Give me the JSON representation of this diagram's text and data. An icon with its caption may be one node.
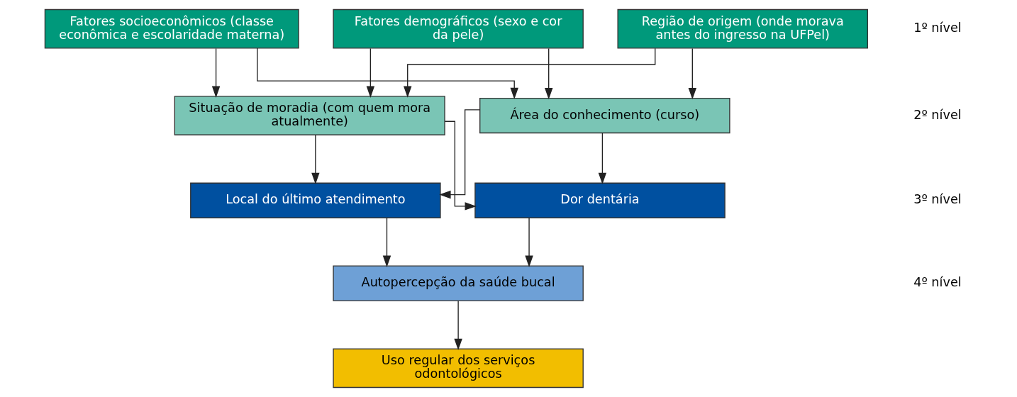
{
  "diagram": {
    "nodes": [
      {
        "text": [
          "Fatores socioeconômicos (classe econômica e escolaridade materna)"
        ]
      },
      {
        "text": [
          "Fatores demográficos (sexo e cor da pele)"
        ]
      },
      {
        "text": [
          "Região de origem (onde morava antes do ingresso na UFPel)"
        ]
      },
      {
        "text": [
          "Situação de moradia (com quem mora atualmente)"
        ]
      },
      {
        "text": [
          "Área do conhecimento (curso)"
        ]
      },
      {
        "text": [
          "Local do último atendimento"
        ]
      },
      {
        "text": [
          "Dor dentária"
        ]
      },
      {
        "text": [
          "Autopercepção da saúde bucal"
        ]
      },
      {
        "text": [
          "Uso regular dos serviços odontológicos"
        ]
      }
    ],
    "edges": [
      {
        "from": 0,
        "to": 3,
        "arrow": "to"
      },
      {
        "from": 0,
        "to": 4,
        "arrow": "to"
      },
      {
        "from": 1,
        "to": 3,
        "arrow": "to"
      },
      {
        "from": 1,
        "to": 4,
        "arrow": "to"
      },
      {
        "from": 2,
        "to": 3,
        "arrow": "to"
      },
      {
        "from": 2,
        "to": 4,
        "arrow": "to"
      },
      {
        "from": 3,
        "to": 5,
        "arrow": "to"
      },
      {
        "from": 3,
        "to": 6,
        "arrow": "to"
      },
      {
        "from": 4,
        "to": 5,
        "arrow": "to"
      },
      {
        "from": 4,
        "to": 6,
        "arrow": "to"
      },
      {
        "from": 5,
        "to": 7,
        "arrow": "to"
      },
      {
        "from": 6,
        "to": 7,
        "arrow": "to"
      },
      {
        "from": 7,
        "to": 8,
        "arrow": "to"
      }
    ],
    "labels": [
      "1º nível",
      "2º nível",
      "3º nível",
      "4º nível"
    ]
  }
}
